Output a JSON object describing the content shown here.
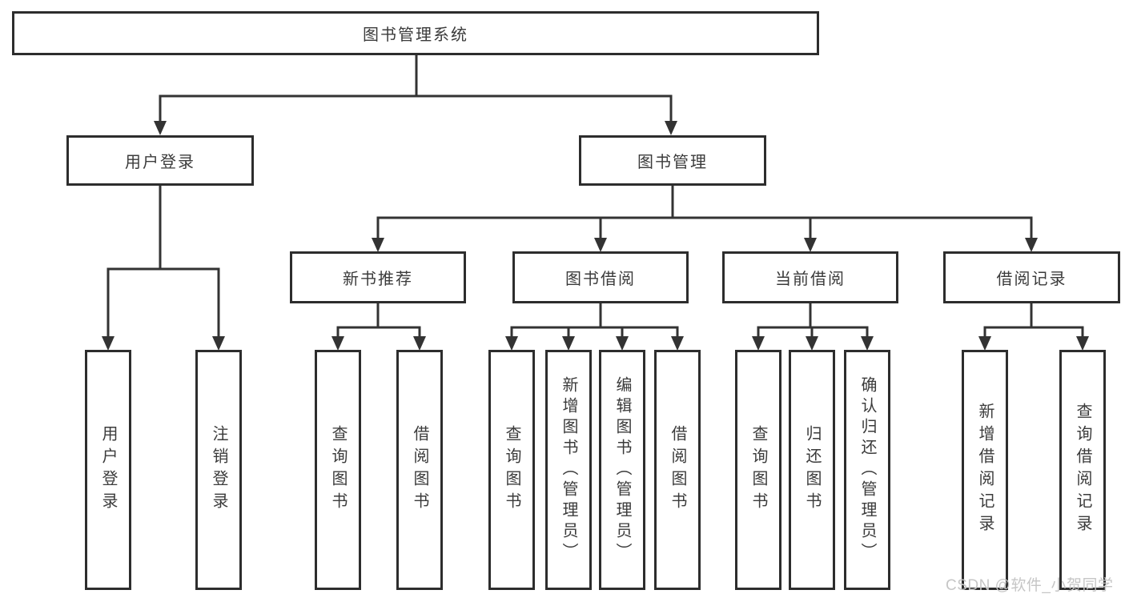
{
  "tree": {
    "root": "图书管理系统",
    "branches": [
      {
        "label": "用户登录",
        "children": [
          "用户登录",
          "注销登录"
        ]
      },
      {
        "label": "图书管理",
        "groups": [
          {
            "label": "新书推荐",
            "children": [
              "查询图书",
              "借阅图书"
            ]
          },
          {
            "label": "图书借阅",
            "children": [
              "查询图书",
              "新增图书（管理员）",
              "编辑图书（管理员）",
              "借阅图书"
            ]
          },
          {
            "label": "当前借阅",
            "children": [
              "查询图书",
              "归还图书",
              "确认归还（管理员）"
            ]
          },
          {
            "label": "借阅记录",
            "children": [
              "新增借阅记录",
              "查询借阅记录"
            ]
          }
        ]
      }
    ]
  },
  "watermark": "CSDN @软件_小贺同学",
  "colors": {
    "line": "#333333",
    "box_border": "#2d2d2d",
    "text": "#3b3b3b",
    "watermark": "#c6c6c6",
    "background": "#ffffff"
  }
}
